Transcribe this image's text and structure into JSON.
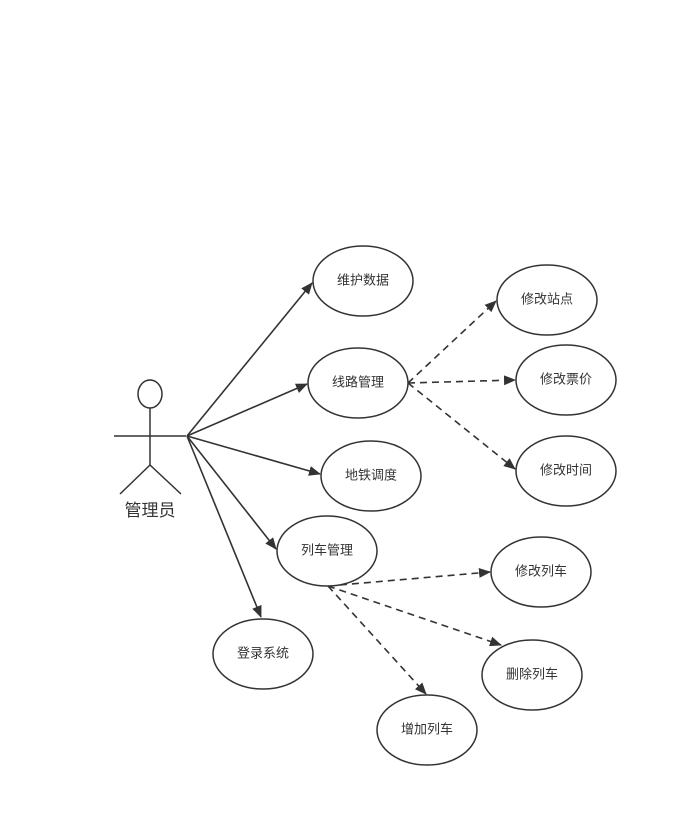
{
  "actor": {
    "label": "管理员"
  },
  "usecases": {
    "maintain_data": "维护数据",
    "line_management": "线路管理",
    "metro_dispatch": "地铁调度",
    "train_management": "列车管理",
    "login_system": "登录系统",
    "modify_station": "修改站点",
    "modify_fare": "修改票价",
    "modify_time": "修改时间",
    "modify_train": "修改列车",
    "delete_train": "删除列车",
    "add_train": "增加列车"
  },
  "colors": {
    "stroke": "#333333",
    "fill": "#ffffff"
  }
}
